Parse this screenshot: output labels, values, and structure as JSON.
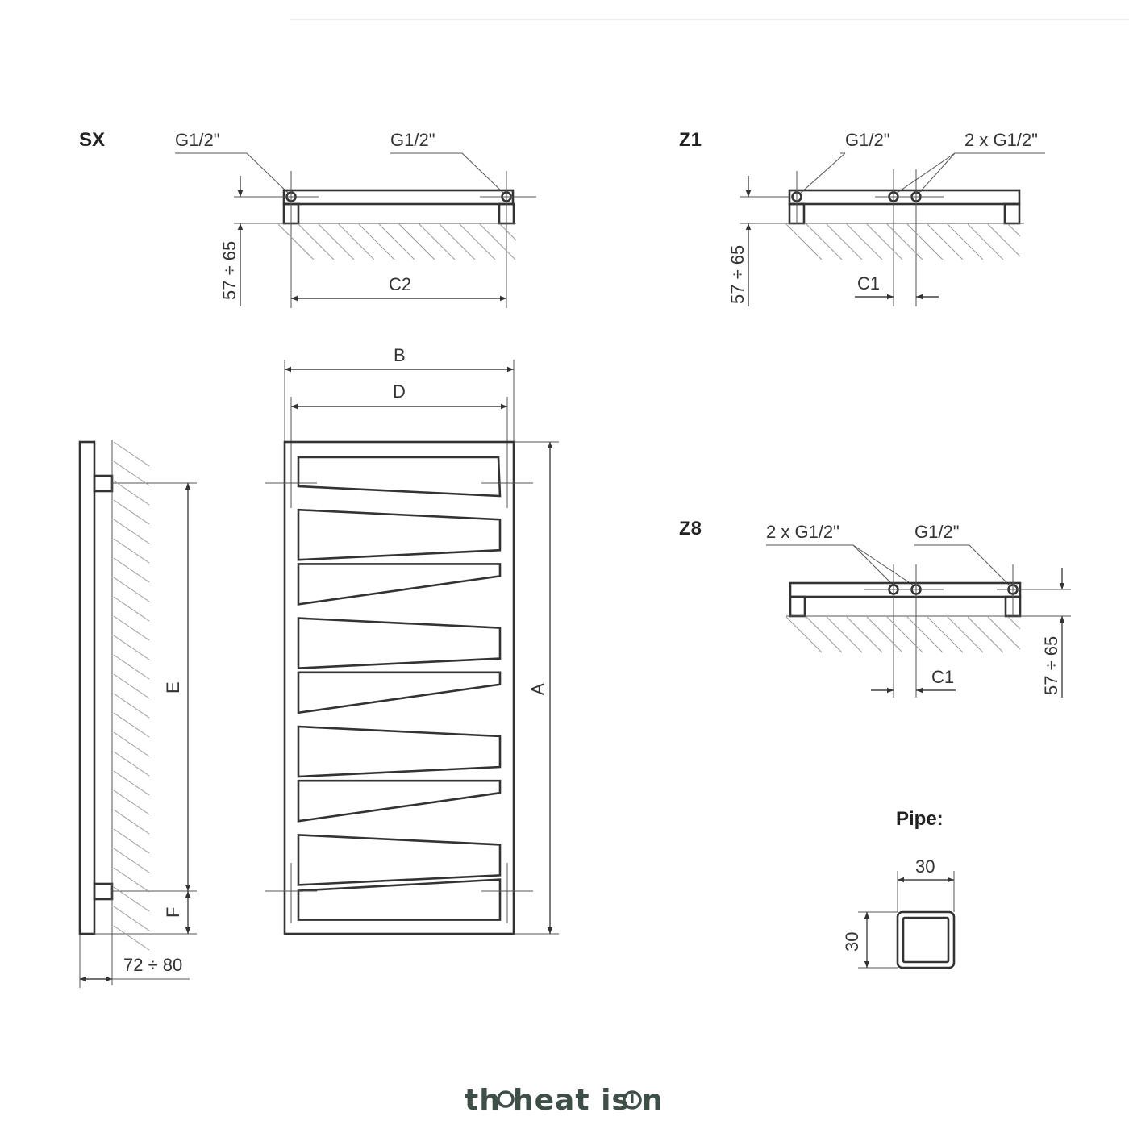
{
  "variants": {
    "sx": {
      "title": "SX",
      "conn_left": "G1/2\"",
      "conn_right": "G1/2\"",
      "wall_dist": "57 ÷ 65",
      "spacing": "C2"
    },
    "z1": {
      "title": "Z1",
      "conn_single": "G1/2\"",
      "conn_double": "2 x G1/2\"",
      "wall_dist": "57 ÷ 65",
      "spacing": "C1"
    },
    "z8": {
      "title": "Z8",
      "conn_double": "2 x G1/2\"",
      "conn_single": "G1/2\"",
      "wall_dist": "57 ÷ 65",
      "spacing": "C1"
    }
  },
  "front_view": {
    "dim_b": "B",
    "dim_d": "D",
    "dim_a": "A"
  },
  "side_view": {
    "dim_e": "E",
    "dim_f": "F",
    "depth": "72 ÷ 80"
  },
  "pipe": {
    "title": "Pipe:",
    "width": "30",
    "height": "30"
  },
  "brand": {
    "text_before": "th",
    "text_middle": " heat is",
    "text_after": "n",
    "color": "#3e4f48"
  }
}
